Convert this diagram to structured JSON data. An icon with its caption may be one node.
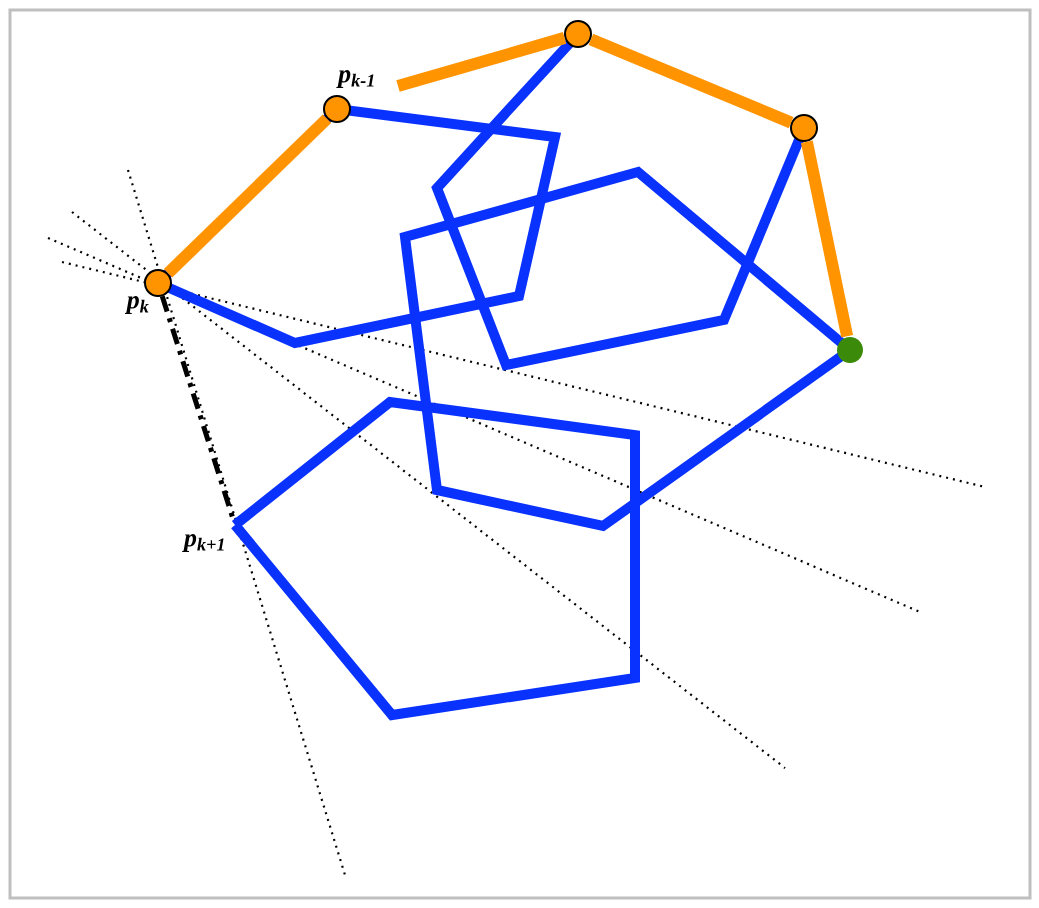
{
  "diagram": {
    "nodes": [
      {
        "text": [
          "p$_{k-1}$"
        ]
      },
      {
        "text": [
          "p$_{k}$"
        ]
      },
      {
        "text": [
          "p$_{k+1}$"
        ]
      },
      {
        "text": [],
        "shape": "circle"
      },
      {
        "text": [],
        "shape": "circle"
      },
      {
        "text": [],
        "shape": "circle"
      }
    ],
    "edges": [
      {
        "from": 0,
        "to": 1,
        "arrow": "none"
      },
      {
        "from": null,
        "to": 3,
        "arrow": "none"
      },
      {
        "from": 3,
        "to": 4,
        "arrow": "none"
      },
      {
        "from": 4,
        "to": 5,
        "arrow": "none"
      },
      {
        "from": 1,
        "to": 2,
        "arrow": "none",
        "style": "dashed",
        "color": "#000000"
      }
    ]
  }
}
